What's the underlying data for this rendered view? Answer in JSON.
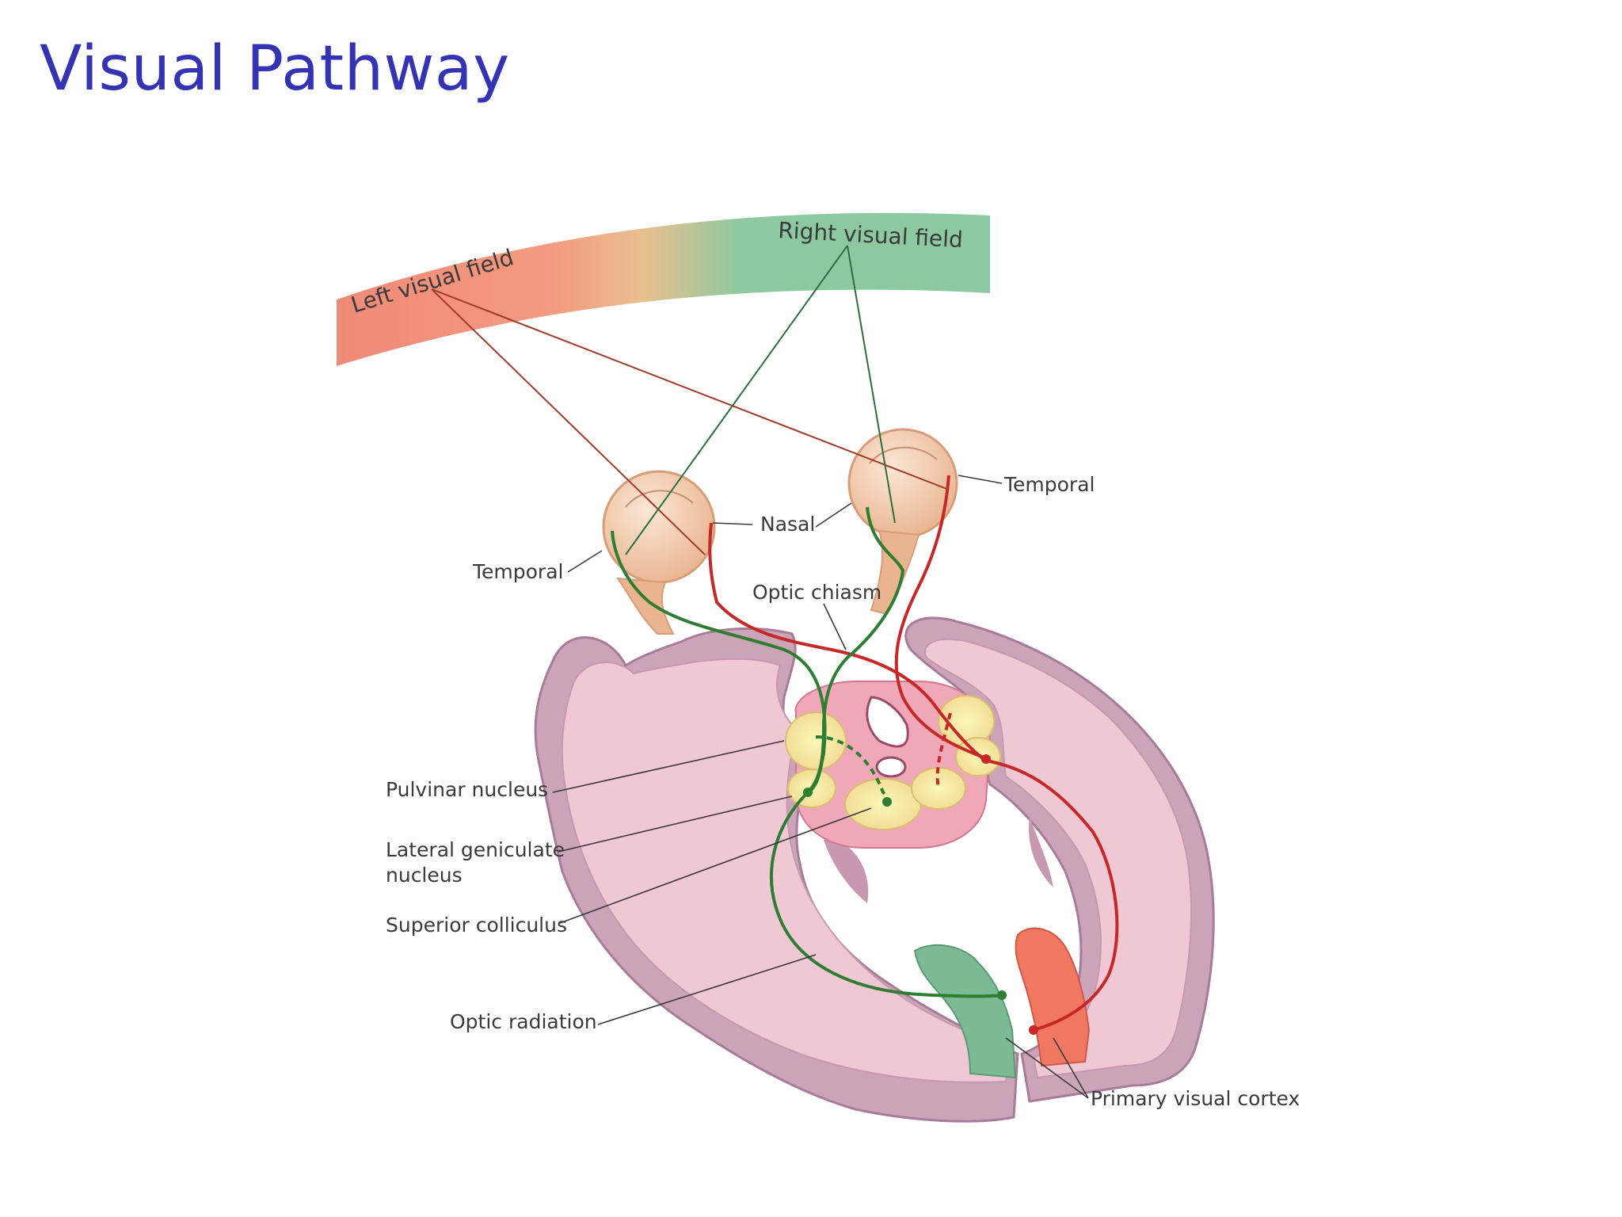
{
  "title": "Visual Pathway",
  "fields": {
    "left": "Left visual field",
    "right": "Right visual field"
  },
  "labels": {
    "temporal_right": "Temporal",
    "nasal": "Nasal",
    "temporal_left": "Temporal",
    "optic_chiasm": "Optic chiasm",
    "pulvinar": "Pulvinar nucleus",
    "lgn_line1": "Lateral geniculate",
    "lgn_line2": "nucleus",
    "superior_colliculus": "Superior colliculus",
    "optic_radiation": "Optic radiation",
    "primary_visual_cortex": "Primary visual cortex"
  },
  "colors": {
    "title": "#3333b3",
    "left_pathway": "#c62828",
    "right_pathway": "#2e7d32",
    "left_field": "#f08a78",
    "right_field": "#8cc9a0",
    "brain": "#e8b8c8",
    "brain_edge": "#b888a8",
    "eye": "#f2c8a8",
    "nucleus": "#f4f0a0"
  }
}
